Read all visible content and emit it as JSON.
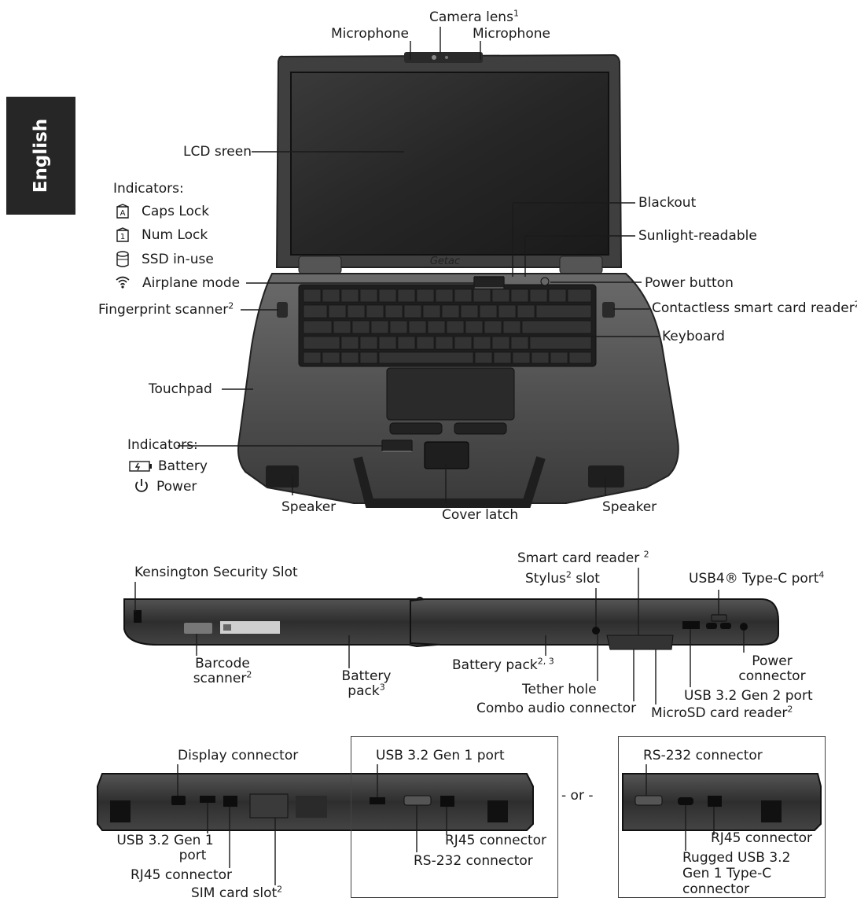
{
  "tab": {
    "label": "English"
  },
  "front": {
    "camera_lens": "Camera lens",
    "microphone_left": "Microphone",
    "microphone_right": "Microphone",
    "lcd_screen": "LCD sreen",
    "indicators_title": "Indicators:",
    "caps_lock": "Caps Lock",
    "num_lock": "Num  Lock",
    "ssd_in_use": "SSD in-use",
    "airplane_mode": "Airplane mode",
    "fingerprint_scanner": "Fingerprint scanner",
    "touchpad": "Touchpad",
    "indicators_title_2": "Indicators:",
    "battery": "Battery",
    "power": "Power",
    "speaker_left": "Speaker",
    "cover_latch": "Cover latch",
    "speaker_right": "Speaker",
    "blackout": "Blackout",
    "sunlight_readable": "Sunlight-readable",
    "power_button": "Power button",
    "contactless_reader": "Contactless smart card reader",
    "keyboard": "Keyboard",
    "brand_logo": "Getac"
  },
  "left_side": {
    "kensington": "Kensington Security Slot",
    "barcode_line1": "Barcode",
    "barcode_line2": "scanner",
    "battery_line1": "Battery",
    "battery_line2": "pack"
  },
  "right_side": {
    "smart_card_reader": "Smart card reader",
    "stylus_a": "Stylus",
    "stylus_b": "slot",
    "usb4_port": "USB4® Type-C port",
    "battery_pack": "Battery pack",
    "power_conn_line1": "Power",
    "power_conn_line2": "connector",
    "tether_hole": "Tether hole",
    "usb32_gen2": "USB 3.2 Gen 2 port",
    "combo_audio": "Combo audio connector",
    "microsd": "MicroSD card reader"
  },
  "rear": {
    "display_connector": "Display connector",
    "usb_gen1_line1": "USB 3.2 Gen 1",
    "usb_gen1_line2": "port",
    "rj45_left": "RJ45 connector",
    "sim_slot": "SIM card slot"
  },
  "option_a": {
    "usb_gen1_port": "USB 3.2 Gen 1 port",
    "rj45": "RJ45 connector",
    "rs232": "RS-232 connector"
  },
  "or_label": "- or -",
  "option_b": {
    "rs232": "RS-232 connector",
    "rj45": "RJ45 connector",
    "rugged_line1": "Rugged USB 3.2",
    "rugged_line2": "Gen 1 Type-C",
    "rugged_line3": "connector"
  },
  "footnotes": {
    "n1": "1",
    "n2": "2",
    "n3": "3",
    "n4": "4",
    "n23": "2, 3"
  }
}
